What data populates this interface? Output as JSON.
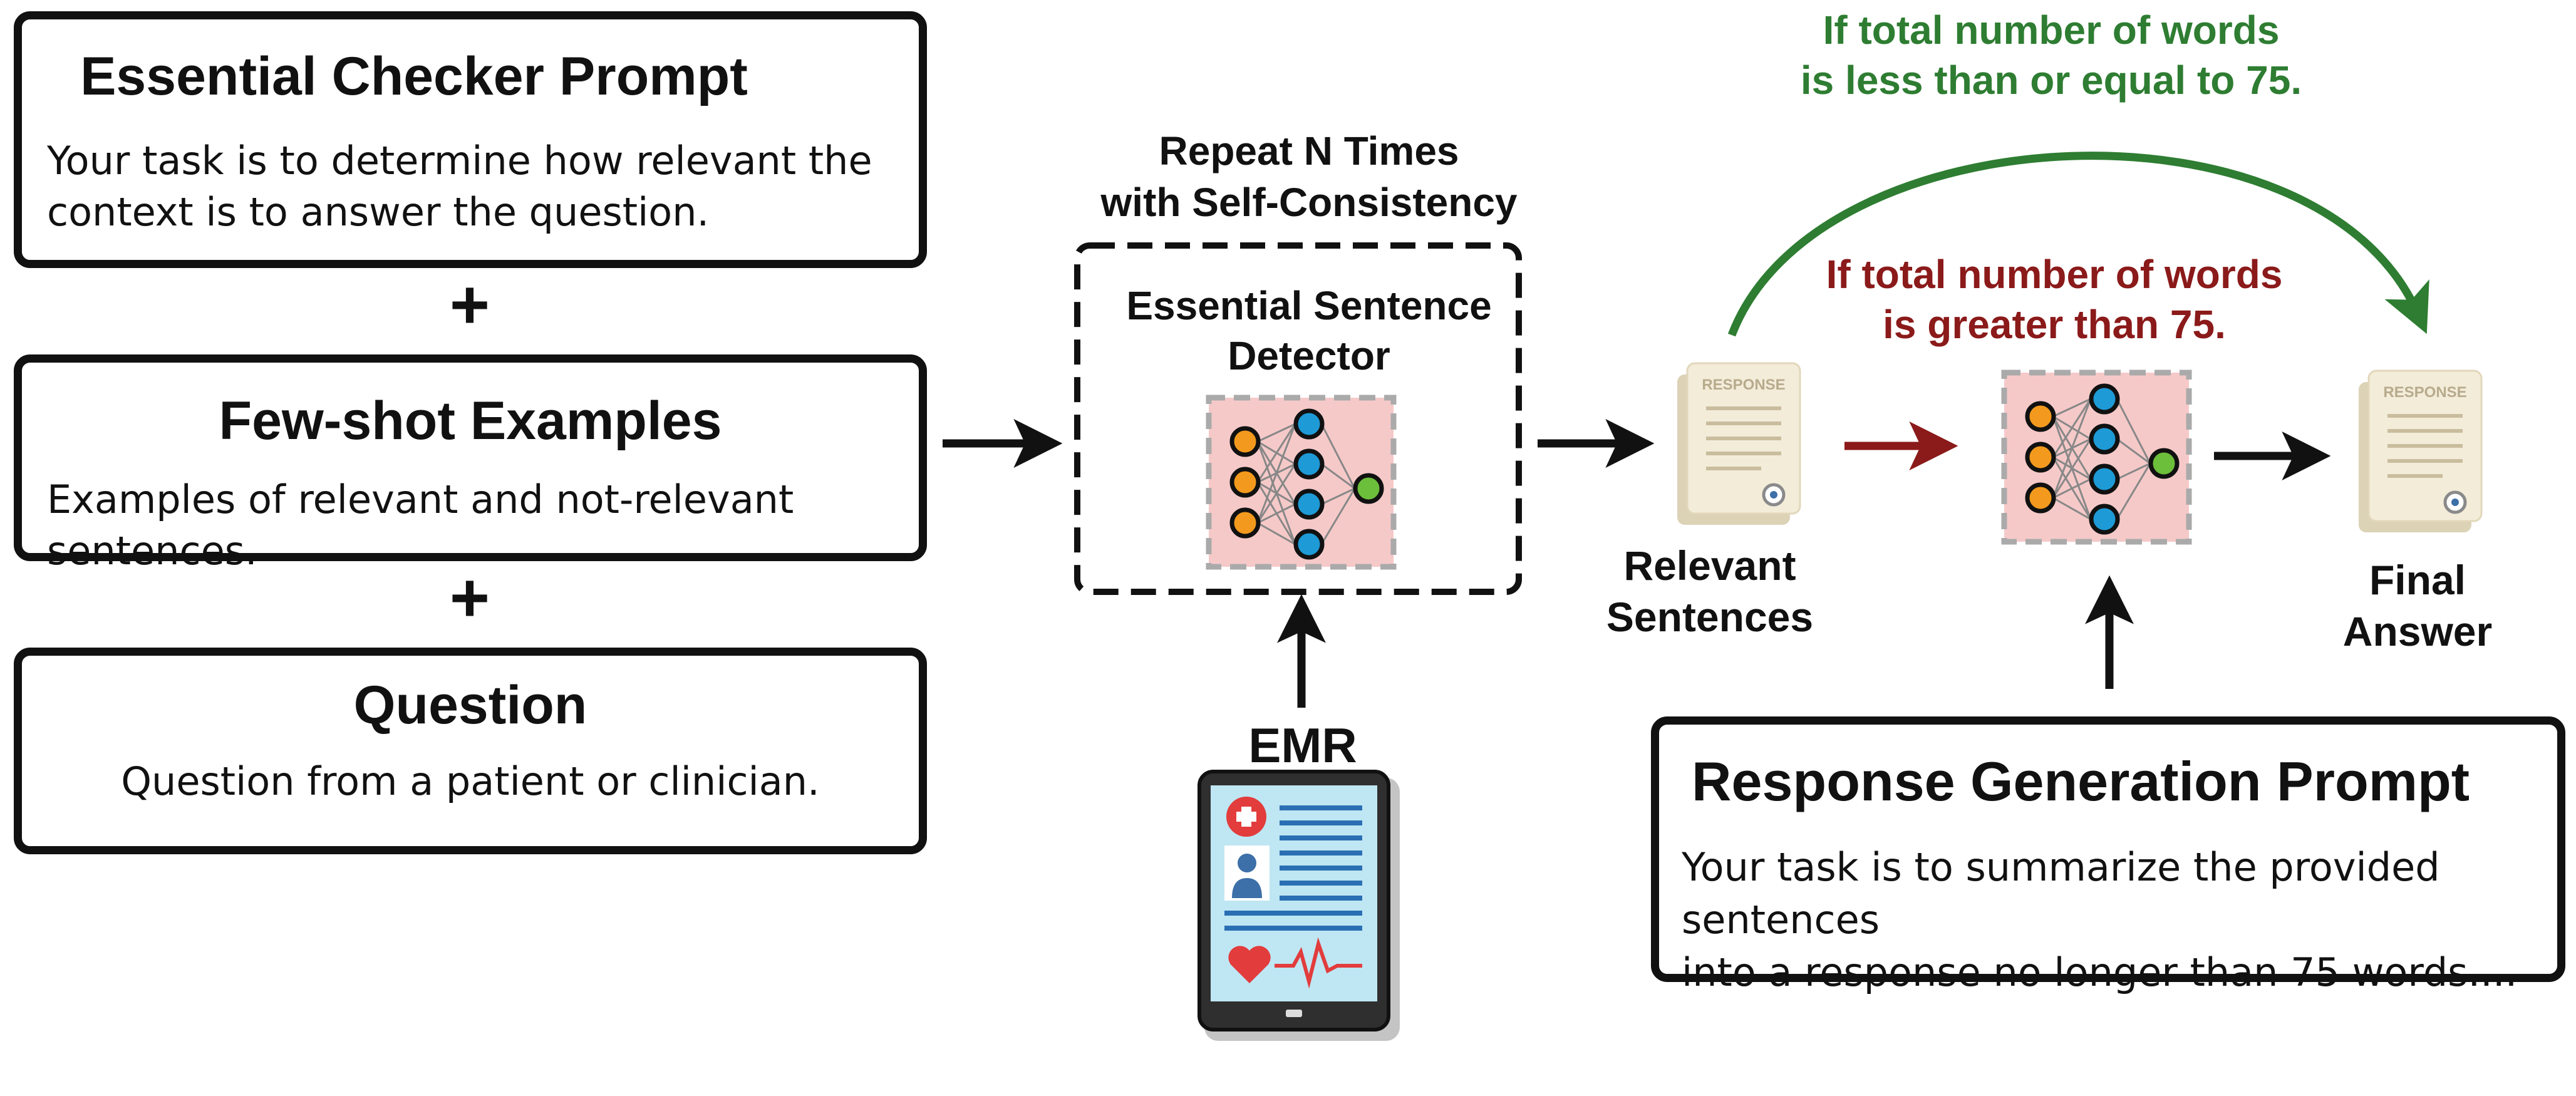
{
  "checker": {
    "title": "Essential Checker Prompt",
    "body_line1": "Your task is to determine how relevant the",
    "body_line2": "context is to answer the question."
  },
  "fewshot": {
    "title": "Few-shot Examples",
    "body": "Examples of relevant and not-relevant sentences."
  },
  "question": {
    "title": "Question",
    "body": "Question from a patient or clinician."
  },
  "plus_symbol": "+",
  "repeat": {
    "line1": "Repeat N Times",
    "line2": "with Self-Consistency"
  },
  "detector": {
    "line1": "Essential Sentence",
    "line2": "Detector"
  },
  "emr_label": "EMR",
  "relevant": {
    "line1": "Relevant",
    "line2": "Sentences"
  },
  "final": {
    "line1": "Final",
    "line2": "Answer"
  },
  "response_doc_label": "RESPONSE",
  "condition_le": {
    "line1": "If total number of words",
    "line2": "is less than or equal to 75.",
    "color": "#2e7d32"
  },
  "condition_gt": {
    "line1": "If total number of words",
    "line2": "is greater than 75.",
    "color": "#8b1a1a"
  },
  "response_prompt": {
    "title": "Response Generation Prompt",
    "body_line1": "Your task is to summarize the provided sentences",
    "body_line2": "into a response no longer than 75 words...."
  },
  "colors": {
    "nn_bg": "#f6c9c9",
    "node_orange": "#f39a1e",
    "node_blue": "#1e9ad6",
    "node_green": "#6cbf3a",
    "doc_paper": "#efe6cf"
  }
}
